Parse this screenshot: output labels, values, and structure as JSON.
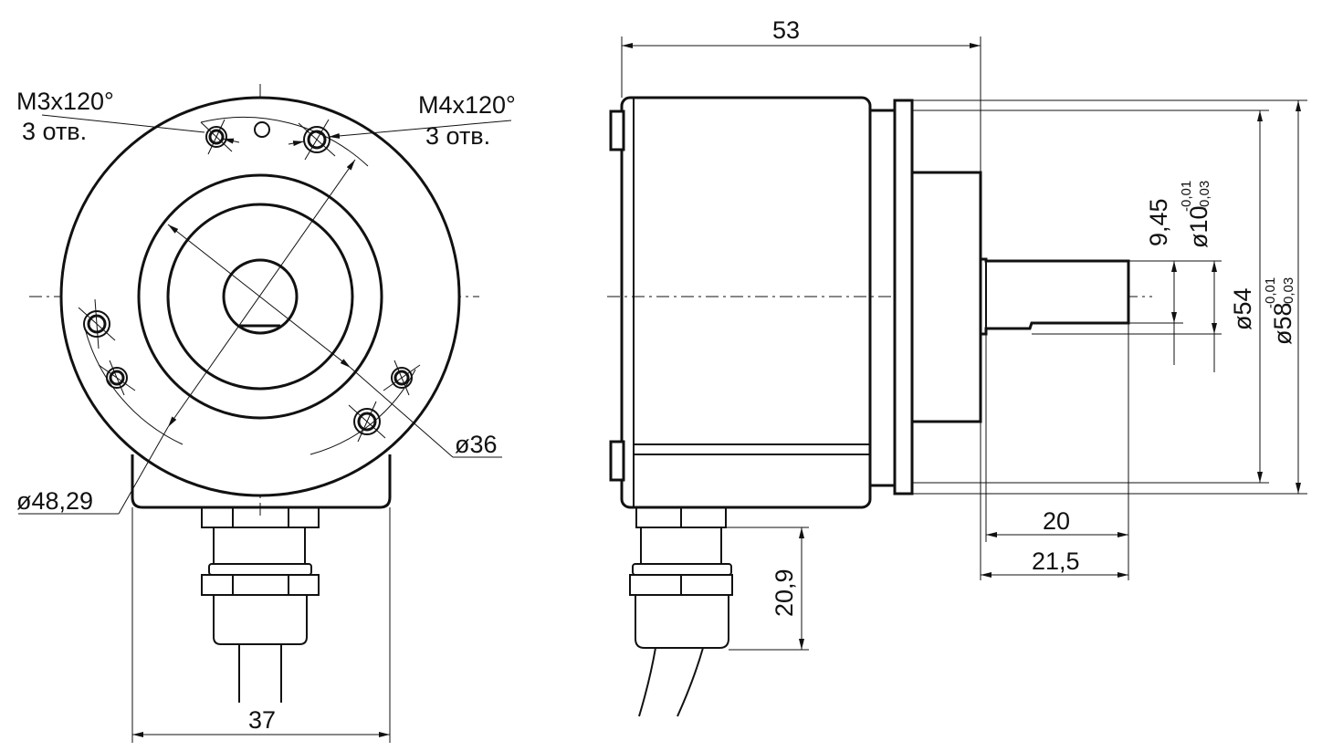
{
  "front_view": {
    "m3_thread": "M3x120°",
    "m3_holes": "3 отв.",
    "m4_thread": "M4x120°",
    "m4_holes": "3 отв.",
    "dia_36": "ø36",
    "dia_48": "ø48,29",
    "width_37": "37"
  },
  "side_view": {
    "length_53": "53",
    "len_20": "20",
    "len_21_5": "21,5",
    "cable_20_9": "20,9",
    "flat_9_45": "9,45",
    "shaft_dia": "ø10",
    "shaft_tol_upper": "-0,01",
    "shaft_tol_lower": "-0,03",
    "hub_dia": "ø54",
    "body_dia": "ø58",
    "body_tol_upper": "-0,01",
    "body_tol_lower": "-0,03"
  },
  "colors": {
    "ink": "#111111",
    "paper": "#ffffff"
  }
}
